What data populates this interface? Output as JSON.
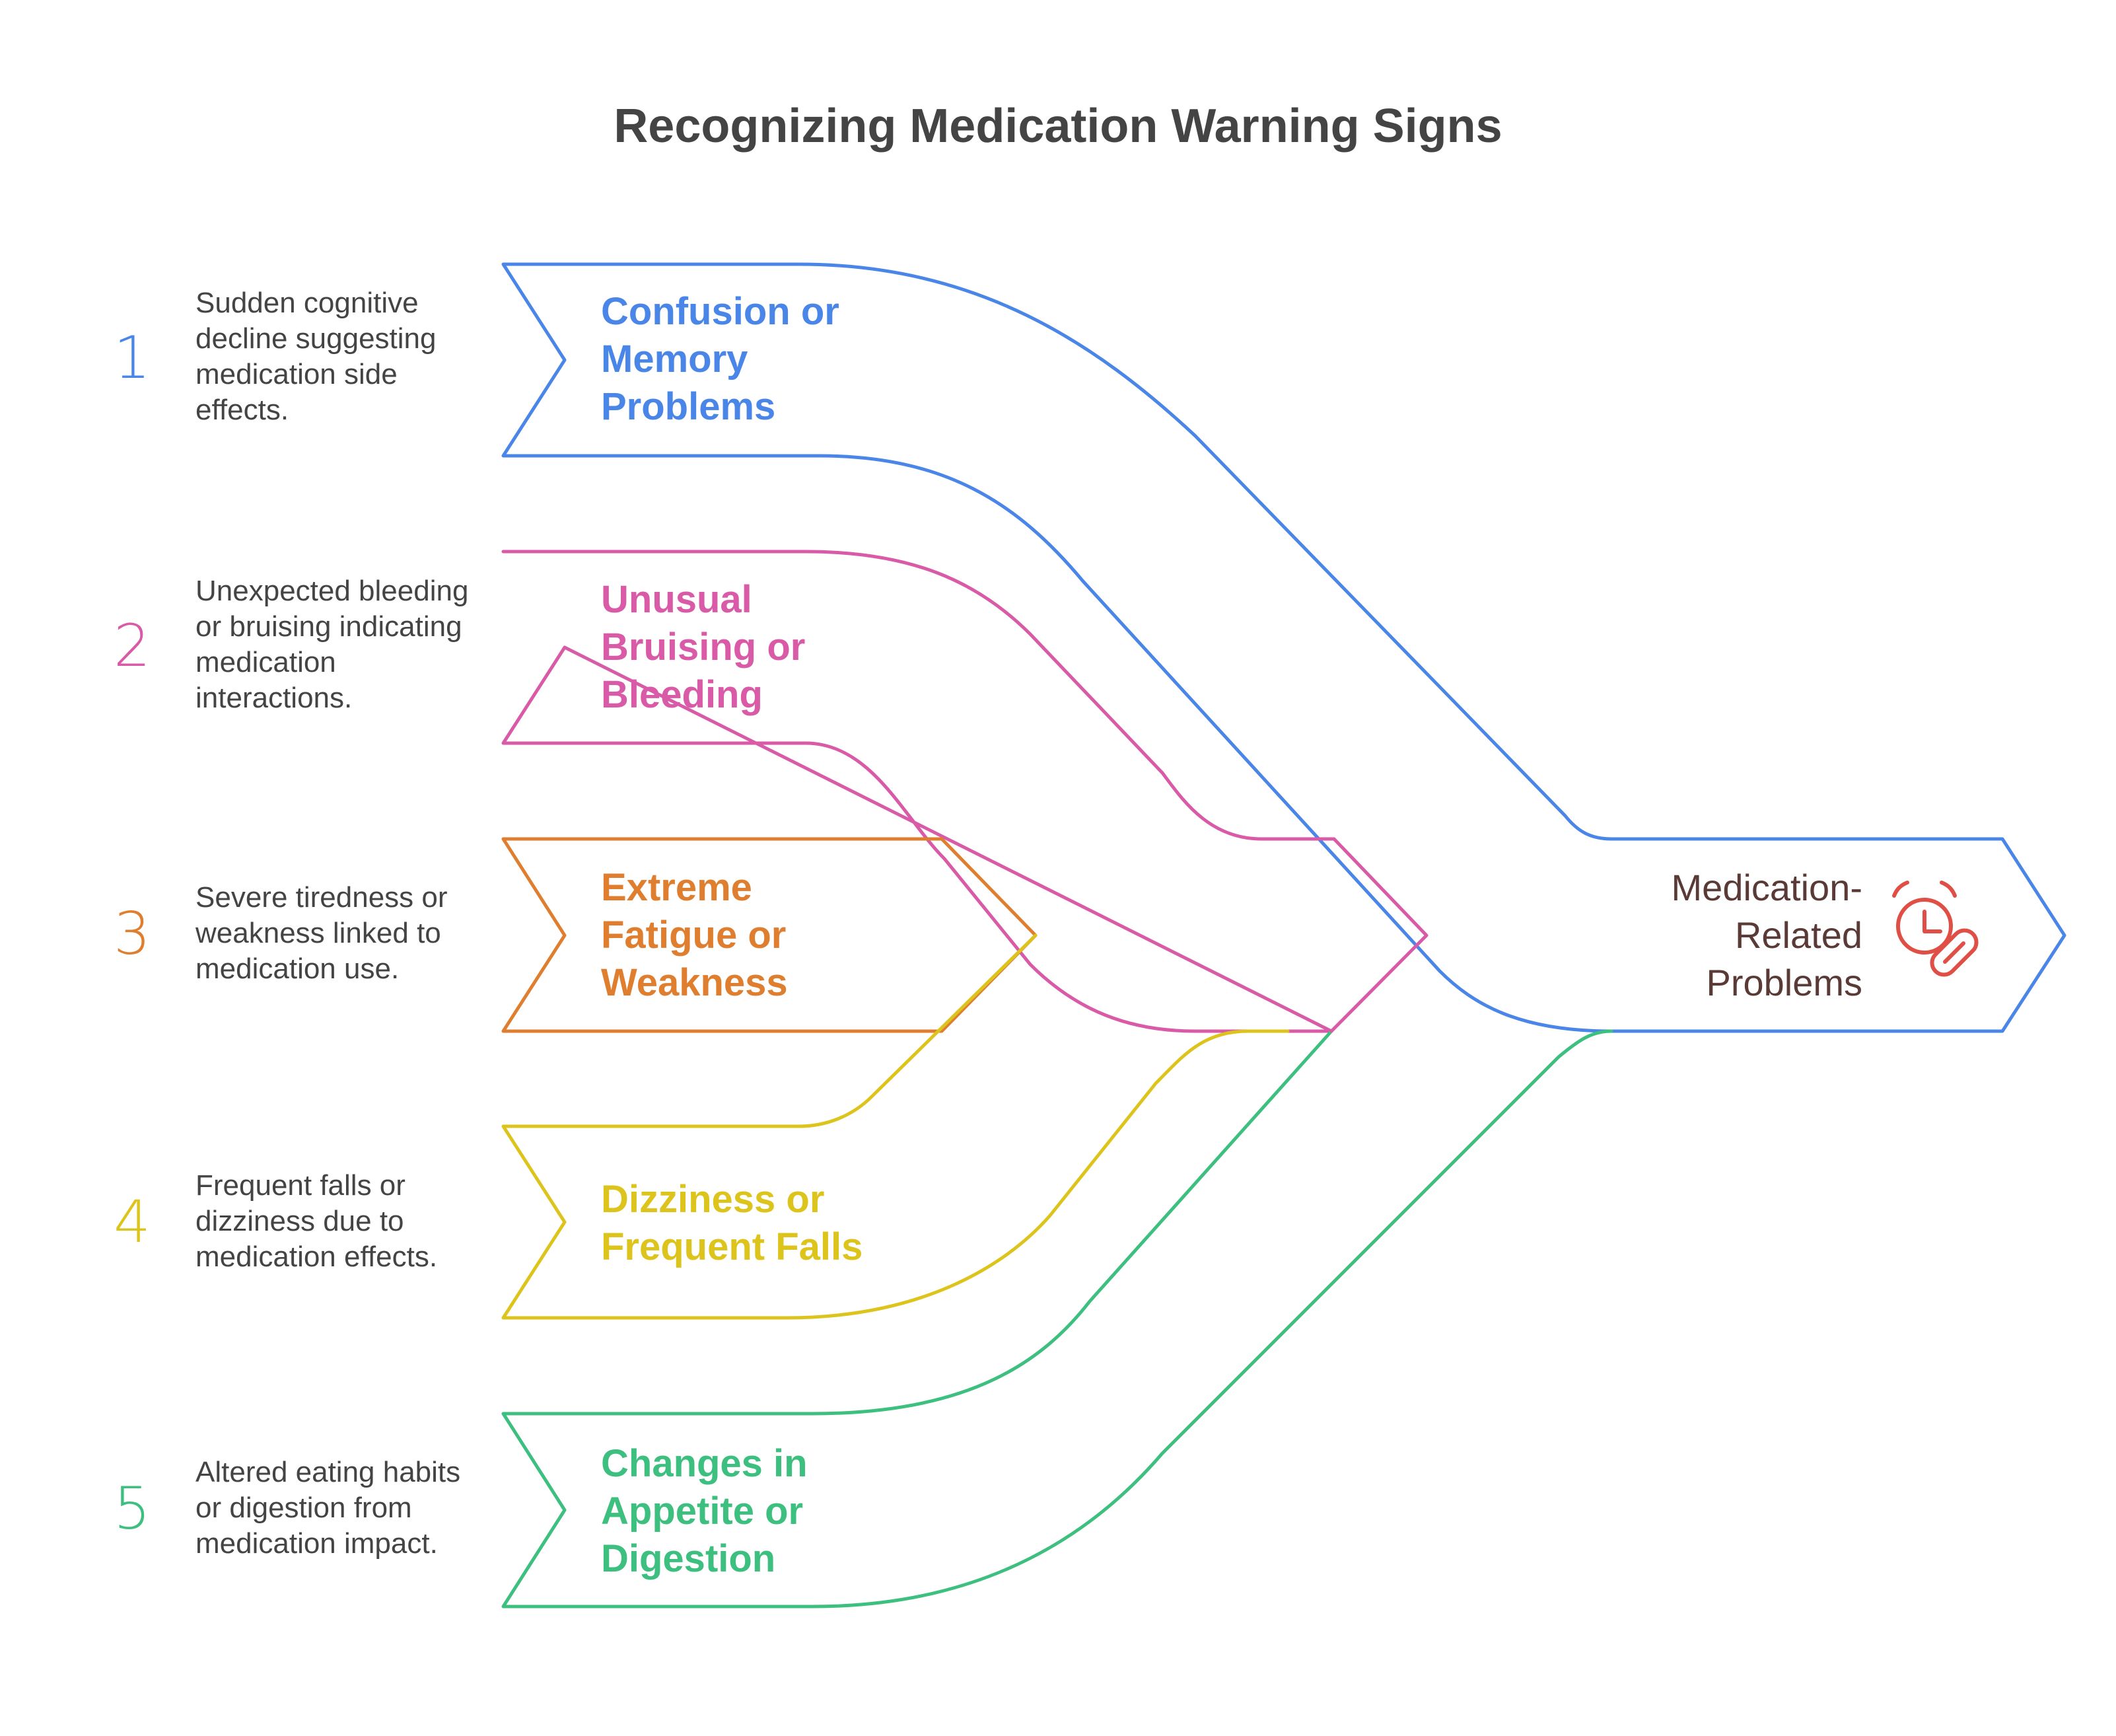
{
  "title": "Recognizing Medication Warning Signs",
  "colors": {
    "blue": "#4a86e8",
    "pink": "#d95aa6",
    "orange": "#df7e2e",
    "yellow": "#ddc41c",
    "green": "#3dbf7f",
    "target_text": "#5a3a36",
    "target_icon": "#e04f45"
  },
  "signs": [
    {
      "number": "1",
      "label": "Confusion or Memory Problems",
      "label_lines": [
        "Confusion or",
        "Memory",
        "Problems"
      ],
      "description_lines": [
        "Sudden cognitive",
        "decline suggesting",
        "medication side",
        "effects."
      ],
      "color": "#4a86e8"
    },
    {
      "number": "2",
      "label": "Unusual Bruising or Bleeding",
      "label_lines": [
        "Unusual",
        "Bruising or",
        "Bleeding"
      ],
      "description_lines": [
        "Unexpected bleeding",
        "or bruising indicating",
        "medication",
        "interactions."
      ],
      "color": "#d95aa6"
    },
    {
      "number": "3",
      "label": "Extreme Fatigue or Weakness",
      "label_lines": [
        "Extreme",
        "Fatigue or",
        "Weakness"
      ],
      "description_lines": [
        "Severe tiredness or",
        "weakness linked to",
        "medication use."
      ],
      "color": "#df7e2e"
    },
    {
      "number": "4",
      "label": "Dizziness or Frequent Falls",
      "label_lines": [
        "Dizziness or",
        "Frequent Falls"
      ],
      "description_lines": [
        "Frequent falls or",
        "dizziness due to",
        "medication effects."
      ],
      "color": "#ddc41c"
    },
    {
      "number": "5",
      "label": "Changes in Appetite or Digestion",
      "label_lines": [
        "Changes in",
        "Appetite or",
        "Digestion"
      ],
      "description_lines": [
        "Altered eating habits",
        "or digestion from",
        "medication impact."
      ],
      "color": "#3dbf7f"
    }
  ],
  "target": {
    "label_lines": [
      "Medication-",
      "Related",
      "Problems"
    ],
    "icon": "alarm-clock-pill-icon"
  }
}
